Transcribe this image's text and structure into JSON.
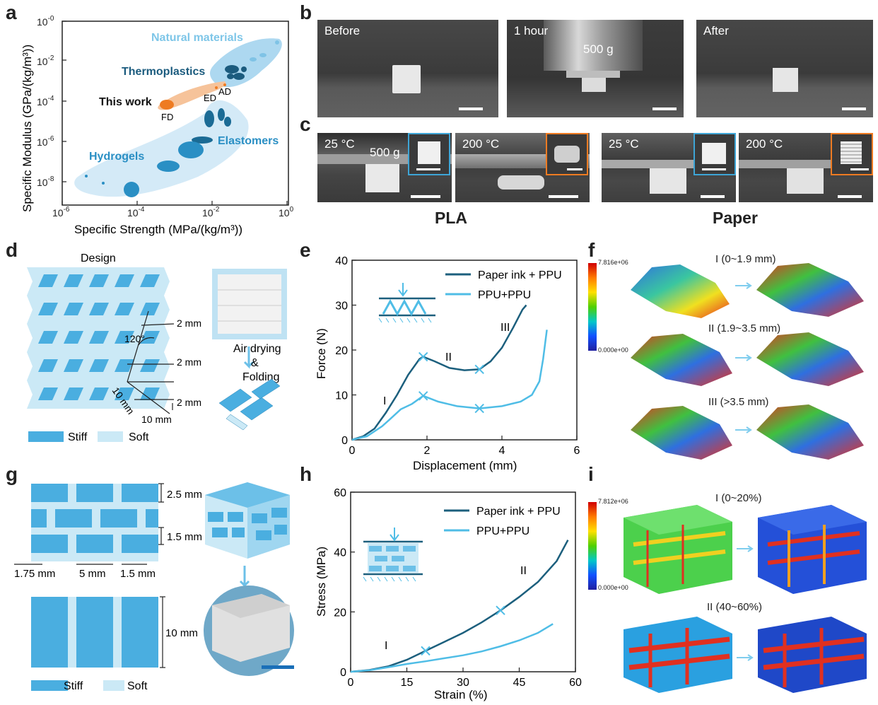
{
  "panel_labels": {
    "a": "a",
    "b": "b",
    "c": "c",
    "d": "d",
    "e": "e",
    "f": "f",
    "g": "g",
    "h": "h",
    "i": "i"
  },
  "panel_a": {
    "xlabel": "Specific Strength (MPa/(kg/m³))",
    "ylabel": "Specific Modulus (GPa/(kg/m³))",
    "x_ticks": [
      "10",
      "10",
      "10",
      "10"
    ],
    "x_exp": [
      "-6",
      "-4",
      "-2",
      "0"
    ],
    "y_ticks": [
      "10",
      "10",
      "10",
      "10",
      "10"
    ],
    "y_exp": [
      "0",
      "-2",
      "-4",
      "-6",
      "-8"
    ],
    "y_exp_top": "-0",
    "labels": {
      "natural": "Natural materials",
      "thermoplastics": "Thermoplastics",
      "this_work": "This work",
      "elastomers": "Elastomers",
      "hydrogels": "Hydrogels",
      "ad": "AD",
      "ed": "ED",
      "fd": "FD"
    },
    "colors": {
      "natural": "#a9d6ef",
      "thermo": "#1b5b7e",
      "this_work": "#ee7b22",
      "elastomer": "#2a8fc4",
      "hydrogel": "#cfe8f6"
    }
  },
  "panel_b": {
    "before": "Before",
    "hour": "1 hour",
    "weight": "500 g",
    "after": "After"
  },
  "panel_c": {
    "t1": "25 °C",
    "t2": "200 °C",
    "t3": "25 °C",
    "t4": "200 °C",
    "weight": "500 g",
    "pla": "PLA",
    "paper": "Paper"
  },
  "panel_d": {
    "design": "Design",
    "d1": "2 mm",
    "d2": "2 mm",
    "d3": "2 mm",
    "d4": "10 mm",
    "d5": "10 mm",
    "angle": "120°",
    "process": "Air drying\n&\nFolding",
    "stiff": "Stiff",
    "soft": "Soft"
  },
  "panel_e": {
    "xlabel": "Displacement (mm)",
    "ylabel": "Force (N)",
    "legend": [
      "Paper ink + PPU",
      "PPU+PPU"
    ],
    "stages": [
      "I",
      "II",
      "III"
    ]
  },
  "panel_f": {
    "cmax": "7.816e+06",
    "cmin": "0.000e+00",
    "s1": "I (0~1.9 mm)",
    "s2": "II (1.9~3.5 mm)",
    "s3": "III (>3.5 mm)"
  },
  "panel_g": {
    "d1": "2.5 mm",
    "d2": "1.5 mm",
    "d3": "1.75 mm",
    "d4": "5 mm",
    "d5": "1.5 mm",
    "d6": "10 mm",
    "stiff": "Stiff",
    "soft": "Soft"
  },
  "panel_h": {
    "xlabel": "Strain (%)",
    "ylabel": "Stress (MPa)",
    "legend": [
      "Paper ink + PPU",
      "PPU+PPU"
    ],
    "stages": [
      "I",
      "II"
    ]
  },
  "panel_i": {
    "cmax": "7.812e+06",
    "cmin": "0.000e+00",
    "s1": "I (0~20%)",
    "s2": "II (40~60%)"
  },
  "colors": {
    "dark_line": "#1c5f7d",
    "light_line": "#4fbde6",
    "stiff": "#4aaee0",
    "soft": "#cbe9f6"
  },
  "chart_data": [
    {
      "type": "line",
      "xlabel": "Displacement (mm)",
      "ylabel": "Force (N)",
      "xlim": [
        0,
        6
      ],
      "ylim": [
        0,
        40
      ],
      "x_ticks": [
        0,
        2,
        4,
        6
      ],
      "y_ticks": [
        0,
        10,
        20,
        30,
        40
      ],
      "series": [
        {
          "name": "Paper ink + PPU",
          "x": [
            0,
            0.3,
            0.6,
            0.9,
            1.2,
            1.5,
            1.8,
            1.9,
            2.2,
            2.6,
            3.0,
            3.4,
            3.7,
            4.0,
            4.3,
            4.55,
            4.65
          ],
          "y": [
            0,
            0.8,
            2.5,
            6,
            10,
            14.5,
            18,
            18.5,
            17.5,
            16,
            15.5,
            15.7,
            17.5,
            20.5,
            25,
            29,
            30
          ]
        },
        {
          "name": "PPU+PPU",
          "x": [
            0,
            0.4,
            0.8,
            1.0,
            1.3,
            1.6,
            1.9,
            2.3,
            2.8,
            3.4,
            4.0,
            4.5,
            4.8,
            5.0,
            5.1,
            5.2
          ],
          "y": [
            0,
            0.8,
            3,
            4.5,
            6.8,
            8,
            9.8,
            8.5,
            7.5,
            7,
            7.5,
            8.5,
            10,
            13,
            18,
            24.5
          ]
        }
      ]
    },
    {
      "type": "line",
      "xlabel": "Strain (%)",
      "ylabel": "Stress (MPa)",
      "xlim": [
        0,
        60
      ],
      "ylim": [
        0,
        60
      ],
      "x_ticks": [
        0,
        15,
        30,
        45,
        60
      ],
      "y_ticks": [
        0,
        20,
        40,
        60
      ],
      "series": [
        {
          "name": "Paper ink + PPU",
          "x": [
            0,
            5,
            10,
            15,
            20,
            25,
            30,
            35,
            40,
            45,
            50,
            55,
            58
          ],
          "y": [
            0,
            0.6,
            1.8,
            4,
            7,
            10,
            13,
            16.5,
            20.5,
            25,
            30,
            37,
            44
          ]
        },
        {
          "name": "PPU+PPU",
          "x": [
            0,
            5,
            10,
            15,
            20,
            25,
            30,
            35,
            40,
            45,
            50,
            54
          ],
          "y": [
            0,
            0.5,
            1.5,
            2.6,
            3.5,
            4.5,
            5.5,
            6.8,
            8.5,
            10.5,
            13,
            16
          ]
        }
      ]
    }
  ]
}
